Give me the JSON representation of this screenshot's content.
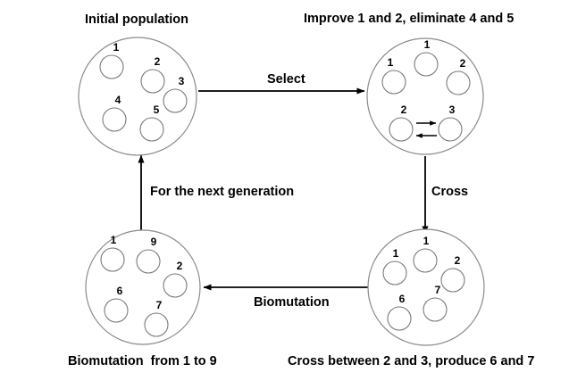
{
  "diagram": {
    "title_top_left": "Initial population",
    "title_top_right": "Improve 1 and 2, eliminate 4 and 5",
    "caption_bottom_left": "Biomutation  from 1 to 9",
    "caption_bottom_right": "Cross between 2 and 3, produce 6 and 7",
    "edges": {
      "select": "Select",
      "cross": "Cross",
      "biomutation": "Biomutation",
      "next_generation": "For the next generation"
    },
    "colors": {
      "background": "#ffffff",
      "circle_stroke": "#8a8a8a",
      "gene_stroke": "#7a7a7a",
      "arrow": "#000000",
      "text": "#000000"
    },
    "populations": {
      "initial": {
        "name": "initial-population",
        "genes": [
          "1",
          "2",
          "3",
          "4",
          "5"
        ]
      },
      "selected": {
        "name": "selected-population",
        "genes": [
          "1",
          "1",
          "2",
          "2",
          "3"
        ],
        "inner_arrows": [
          "right",
          "left"
        ]
      },
      "crossed": {
        "name": "crossed-population",
        "genes": [
          "1",
          "1",
          "2",
          "6",
          "7"
        ]
      },
      "mutated": {
        "name": "mutated-population",
        "genes": [
          "1",
          "9",
          "2",
          "6",
          "7"
        ]
      }
    }
  }
}
